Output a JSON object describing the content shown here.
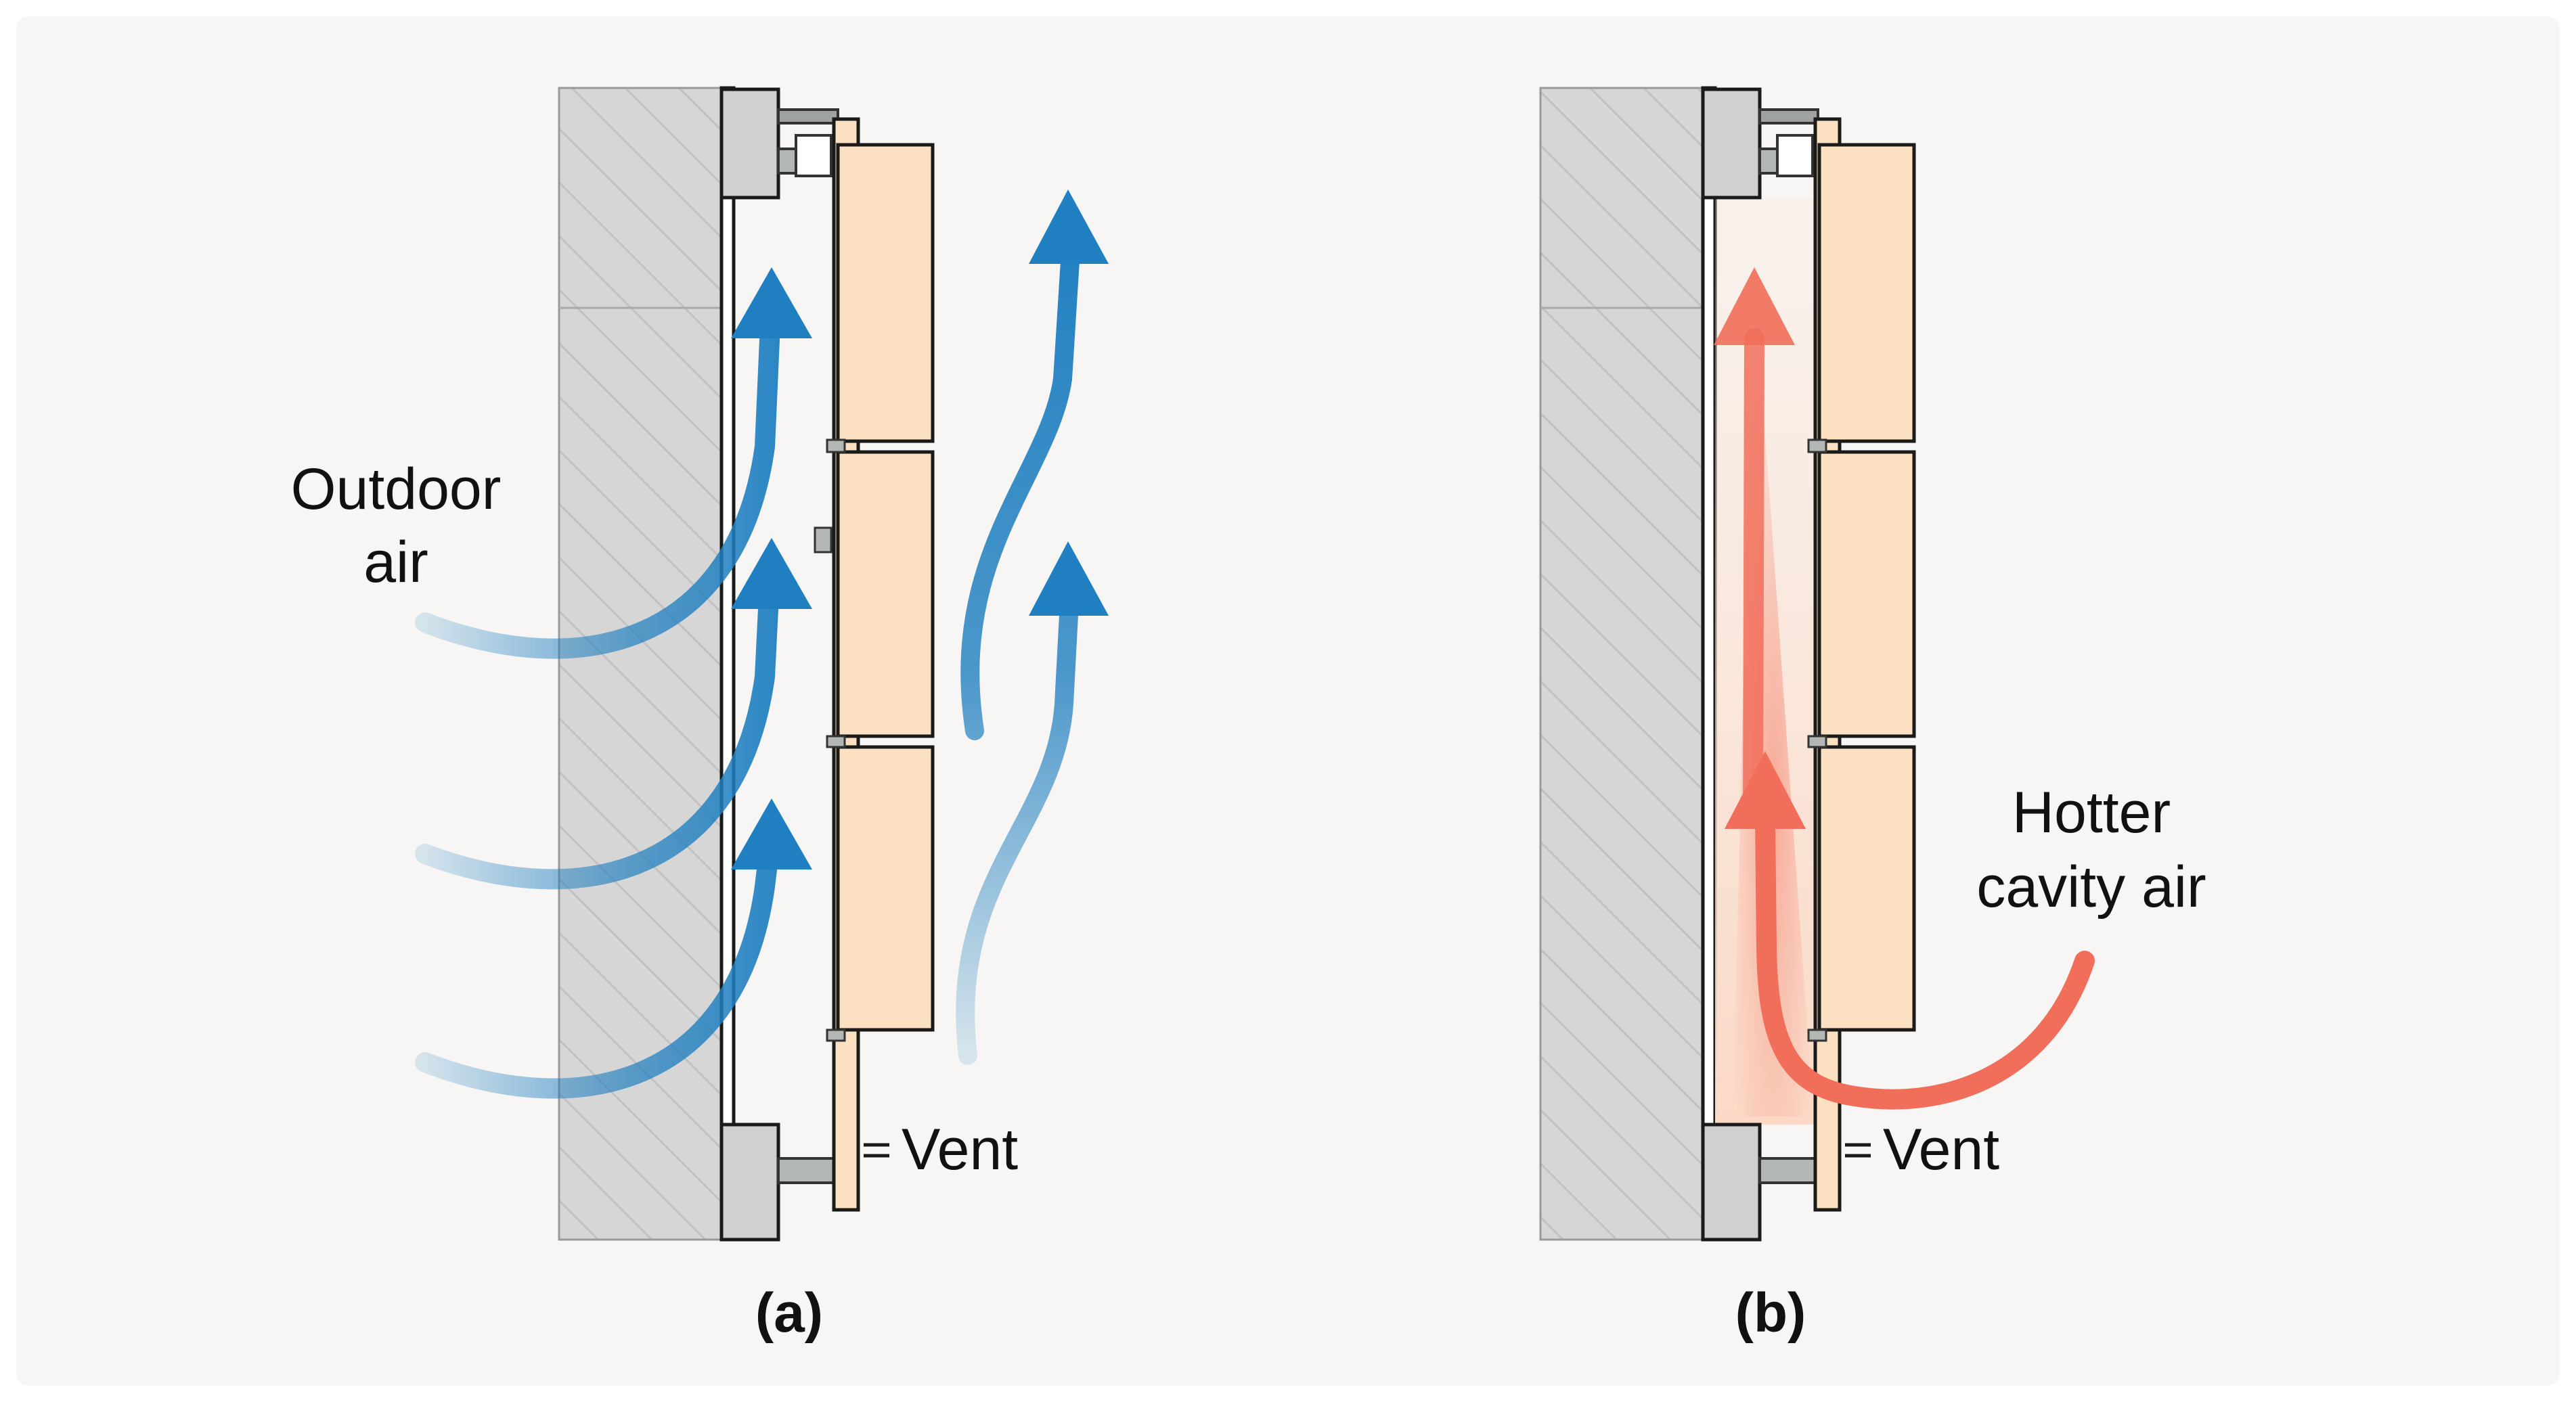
{
  "panel_a": {
    "caption": "(a)",
    "outdoor_label_line1": "Outdoor",
    "outdoor_label_line2": "air",
    "vent_label": "Vent",
    "arrow_color": "#1f7fc0",
    "arrow_color_faded": "#bcd9ee"
  },
  "panel_b": {
    "caption": "(b)",
    "hot_label_line1": "Hotter",
    "hot_label_line2": "cavity air",
    "vent_label": "Vent",
    "arrow_color": "#f16e5a",
    "cavity_glow": "#fbe3d6"
  },
  "colors": {
    "background": "#f7f6f4",
    "wall": "#d6d6d6",
    "wall_hatch": "#bdbdbd",
    "cladding": "#fce0c2",
    "outline": "#1a1a1a"
  }
}
